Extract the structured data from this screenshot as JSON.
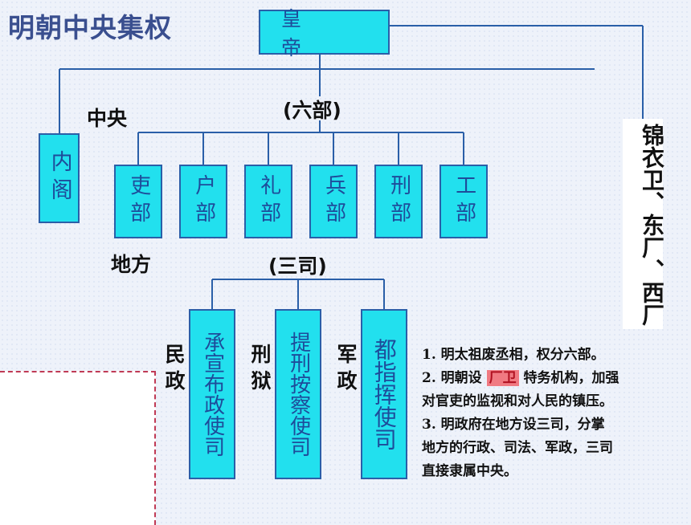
{
  "title": "明朝中央集权",
  "emperor": "皇 帝",
  "central_label": "中央",
  "six_ministries_label": "(六部)",
  "neige": "内阁",
  "ministries": [
    "吏部",
    "户部",
    "礼部",
    "兵部",
    "刑部",
    "工部"
  ],
  "local_label": "地方",
  "three_si_label": "(三司)",
  "three_si": [
    {
      "category": "民政",
      "name": "承宣布政使司"
    },
    {
      "category": "刑狱",
      "name": "提刑按察使司"
    },
    {
      "category": "军政",
      "name": "都指挥使司"
    }
  ],
  "secret_police": "锦衣卫、东厂、西厂",
  "notes": {
    "line1": "1. 明太祖废丞相，权分六部。",
    "line2_pre": "2. 明朝设 ",
    "line2_hl": "厂卫",
    "line2_post": " 特务机构，加强",
    "line3": "对官吏的监视和对人民的镇压。",
    "line4": "3. 明政府在地方设三司，分掌",
    "line5": "地方的行政、司法、军政，三司",
    "line6": "直接隶属中央。"
  },
  "colors": {
    "box_fill": "#22e0ee",
    "box_border": "#2a5fa8",
    "box_text": "#1e4c9a",
    "line": "#2a5fa8",
    "title": "#3a4f8f",
    "highlight": "#f07a82"
  }
}
